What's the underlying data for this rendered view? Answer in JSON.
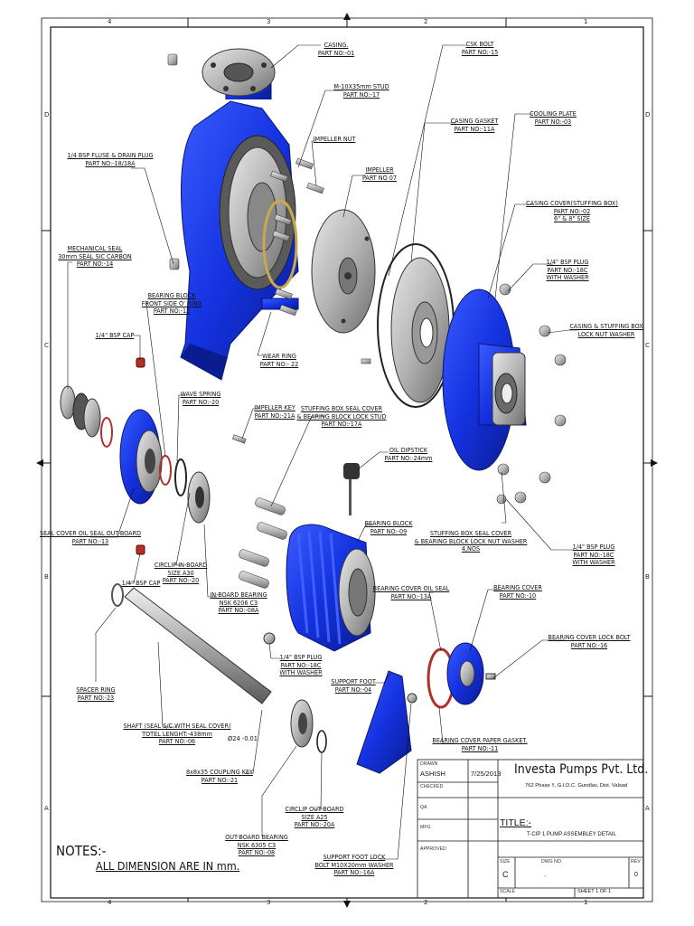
{
  "zones": {
    "top_numbers": [
      "4",
      "3",
      "2",
      "1"
    ],
    "side_letters": [
      "D",
      "C",
      "B",
      "A"
    ]
  },
  "labels": [
    {
      "id": "casing",
      "lines": [
        "CASING.",
        "PART NO:-01"
      ]
    },
    {
      "id": "csk_bolt",
      "lines": [
        "CSK BOLT",
        "PART NO:-15"
      ]
    },
    {
      "id": "stud",
      "lines": [
        "M-10X35mm STUD",
        "PART NO:-17"
      ]
    },
    {
      "id": "casing_gasket",
      "lines": [
        "CASING GASKET",
        "PART NO:-11A"
      ]
    },
    {
      "id": "cooling_plate",
      "lines": [
        "COOLING PLATE",
        "PART NO:-03"
      ]
    },
    {
      "id": "impeller_nut",
      "lines": [
        "IMPELLER NUT"
      ]
    },
    {
      "id": "drain_plug",
      "lines": [
        "1/4 BSP FLUSE & DRAIN PLUG",
        "PART NO:-18/18A"
      ]
    },
    {
      "id": "impeller",
      "lines": [
        "IMPELLER",
        "PART NO 07"
      ]
    },
    {
      "id": "casing_cover",
      "lines": [
        "CASING COVER(STUFFING BOX)",
        "PART NO:-02",
        "6\" & 8\" SIZE"
      ]
    },
    {
      "id": "mech_seal",
      "lines": [
        "MECHANICAL SEAL",
        "30mm SEAL SIC CARBON",
        "PART NO:-14"
      ]
    },
    {
      "id": "bsp_plug_top",
      "lines": [
        "1/4\" BSP PLUG",
        "PART NO:-18C",
        "WITH WASHER"
      ]
    },
    {
      "id": "bearing_oring",
      "lines": [
        "BEARING BLOCK",
        "FRONT SIDE O' RING",
        "PART NO:-12"
      ]
    },
    {
      "id": "lock_nut_washer",
      "lines": [
        "CASING & STUFFING BOX",
        "LOCK NUT WASHER"
      ]
    },
    {
      "id": "bsp_cap_top",
      "lines": [
        "1/4\" BSP CAP"
      ]
    },
    {
      "id": "wear_ring",
      "lines": [
        "WEAR RING",
        "PART NO:- 22"
      ]
    },
    {
      "id": "wave_spring",
      "lines": [
        "WAVE SPRING",
        "PART NO:-20"
      ]
    },
    {
      "id": "impeller_key",
      "lines": [
        "IMPELLER KEY",
        "PART NO:-21A"
      ]
    },
    {
      "id": "seal_cover_stud",
      "lines": [
        "STUFFING BOX SEAL COVER",
        "& BEARING BLOCK LOCK STUD",
        "PART NO:-17A"
      ]
    },
    {
      "id": "oil_dipstick",
      "lines": [
        "OIL DIPSTICK",
        "PART NO:-24mm"
      ]
    },
    {
      "id": "bearing_block",
      "lines": [
        "BEARING BLOCK",
        "PART NO:-09"
      ]
    },
    {
      "id": "seal_cover_outboard",
      "lines": [
        "SEAL COVER OIL SEAL OUT-BOARD",
        "PART NO:-13"
      ]
    },
    {
      "id": "stuffing_nut_washer",
      "lines": [
        "STUFFING BOX SEAL COVER",
        "& BEARING BLOCK LOCK NUT WASHER",
        "4,NOS"
      ]
    },
    {
      "id": "circlip_in",
      "lines": [
        "CIRCLIP IN-BOARD",
        "SIZE A30",
        "PART NO:-20"
      ]
    },
    {
      "id": "bsp_plug_right",
      "lines": [
        "1/4\" BSP PLUG",
        "PART NO:-18C",
        "WITH WASHER"
      ]
    },
    {
      "id": "bsp_cap_mid",
      "lines": [
        "1/4\" BSP CAP"
      ]
    },
    {
      "id": "inboard_bearing",
      "lines": [
        "IN-BOARD BEARING",
        "NSK 6206 C3",
        "PART NO:-08A"
      ]
    },
    {
      "id": "bc_oil_seal",
      "lines": [
        "BEARING COVER OIL SEAL",
        "PART NO:-13A"
      ]
    },
    {
      "id": "bearing_cover",
      "lines": [
        "BEARING COVER",
        "PART NO:-10"
      ]
    },
    {
      "id": "bc_lock_bolt",
      "lines": [
        "BEARING COVER LOCK BOLT",
        "PART NO:-16"
      ]
    },
    {
      "id": "bsp_plug_bottom",
      "lines": [
        "1/4\" BSP PLUG",
        "PART NO:-18C",
        "WITH WASHER"
      ]
    },
    {
      "id": "spacer_ring",
      "lines": [
        "SPACER RING",
        "PART NO:-23"
      ]
    },
    {
      "id": "support_foot",
      "lines": [
        "SUPPORT FOOT",
        "PART NO:-04"
      ]
    },
    {
      "id": "shaft",
      "lines": [
        "SHAFT (SEAL S/C WITH SEAL COVER)",
        "TOTEL LENGHT:-438mm",
        "PART NO:-06"
      ]
    },
    {
      "id": "bc_gasket",
      "lines": [
        "BEARING COVER PAPER GASKET.",
        "PART NO:-11"
      ]
    },
    {
      "id": "coupling_key",
      "lines": [
        "8x8x35 COUPLING KEY",
        "PART NO:-21"
      ]
    },
    {
      "id": "circlip_out",
      "lines": [
        "CIRCLIP OUT-BOARD",
        "SIZE A25",
        "PART NO:-20A"
      ]
    },
    {
      "id": "outboard_bearing",
      "lines": [
        "OUT-BOARD BEARING",
        "NSK 6305 C3",
        "PART NO:-08"
      ]
    },
    {
      "id": "support_foot_lock",
      "lines": [
        "SUPPORT FOOT LOCK",
        "BOLT M10X20mm WASHER",
        "PART NO:-16A"
      ]
    }
  ],
  "dim_label": "Ø24 -0.01",
  "notes": {
    "heading": "NOTES:-",
    "line": "ALL DIMENSION ARE IN mm."
  },
  "title_block": {
    "company": "Investa Pumps Pvt. Ltd.",
    "address": "762 Phase !!, G.I.D.C. Gundlav, Dist. Valsad",
    "drawn_label": "DRAWN",
    "drawn_by": "ASHISH",
    "date": "7/25/2013",
    "checked_label": "CHECKED",
    "qa_label": "QA",
    "mfg_label": "MFG",
    "approved_label": "APPROVED",
    "title_label": "TITLE:-",
    "title": "T-CIP 1 PUMP ASSEMBLEY DETAIL",
    "size_label": "SIZE",
    "size": "C",
    "dwg_label": "DWG NO",
    "dwg_no": ".",
    "rev_label": "REV",
    "rev": "0",
    "scale_label": "SCALE",
    "sheet": "SHEET 1  OF 1"
  },
  "colors": {
    "part_blue": "#1432e0",
    "part_grey": "#b4b4b4",
    "gasket_red": "#b0302a",
    "line": "#111111"
  }
}
